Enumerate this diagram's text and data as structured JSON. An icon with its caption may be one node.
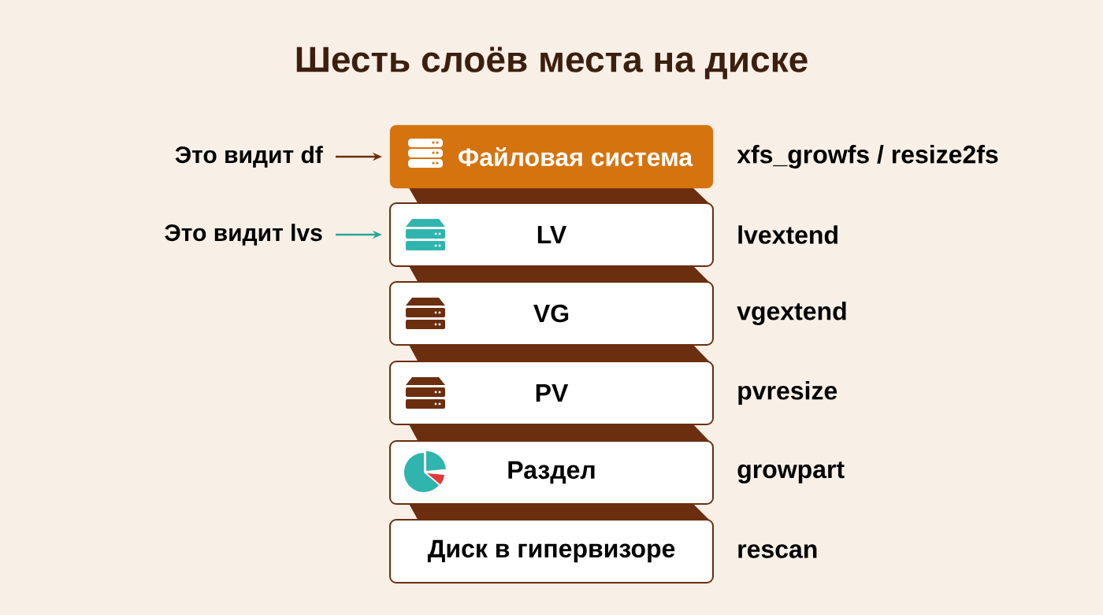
{
  "diagram": {
    "title": "Шесть слоёв места на диске",
    "nodes": [
      {
        "text": [
          "Это видит df"
        ]
      },
      {
        "text": [
          "Файловая система"
        ],
        "beside": [
          "xfs_growfs / resize2fs"
        ]
      },
      {
        "text": [
          "Это видит lvs"
        ]
      },
      {
        "text": [
          "LV"
        ],
        "beside": [
          "lvextend"
        ]
      },
      {
        "text": [
          "VG"
        ],
        "beside": [
          "vgextend"
        ]
      },
      {
        "text": [
          "PV"
        ],
        "beside": [
          "pvresize"
        ]
      },
      {
        "text": [
          "Раздел"
        ],
        "beside": [
          "growpart"
        ]
      },
      {
        "text": [
          "Диск в гипервизоре"
        ],
        "beside": [
          "rescan"
        ]
      }
    ],
    "edges": [
      {
        "from": 0,
        "to": 1,
        "arrow": "to"
      },
      {
        "from": 2,
        "to": 3,
        "arrow": "to",
        "color": "#2aa59d"
      }
    ]
  }
}
